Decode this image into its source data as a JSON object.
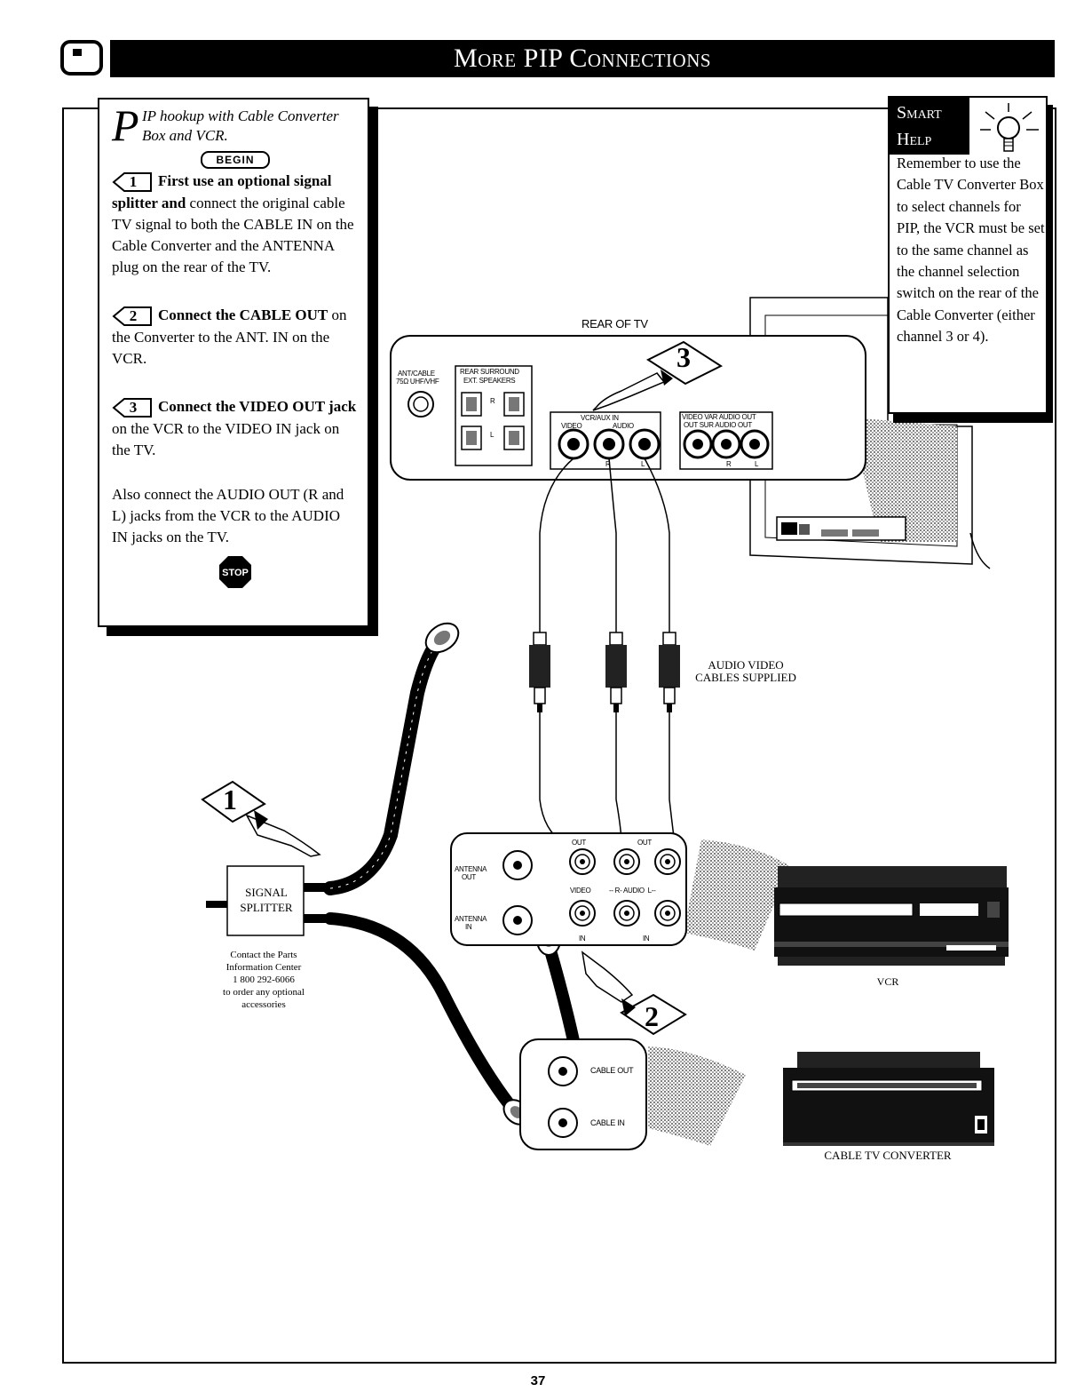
{
  "header": {
    "title": "More PIP Connections"
  },
  "steps": {
    "intro": {
      "dropcap": "P",
      "text": "IP hookup with Cable Converter Box and VCR."
    },
    "begin_label": "BEGIN",
    "step1": {
      "num": "1",
      "bold": "First use an optional signal splitter and",
      "text": " connect the original cable TV signal to both the CABLE IN on the Cable Converter and the ANTENNA plug on the rear of the TV."
    },
    "step2": {
      "num": "2",
      "bold": "Connect the CABLE OUT",
      "text": " on the Converter to the ANT. IN on the VCR."
    },
    "step3": {
      "num": "3",
      "bold": "Connect the VIDEO OUT jack",
      "text": " on the VCR to the VIDEO IN jack on the TV."
    },
    "also": "Also connect the AUDIO OUT (R and L) jacks from the VCR to the AUDIO IN jacks on the TV.",
    "stop_label": "STOP"
  },
  "smart_help": {
    "line1": "Smart",
    "line2": "Help",
    "text": "Remember to use the Cable TV Converter Box to select channels for PIP, the VCR must be set to the same channel as the channel selection switch on the rear of the Cable Converter (either channel 3 or 4)."
  },
  "diagram": {
    "rear_of_tv": "REAR OF TV",
    "ant_cable_1": "ANT/CABLE",
    "ant_cable_2": "75Ω UHF/VHF",
    "rear_surround_1": "REAR SURROUND",
    "rear_surround_2": "EXT. SPEAKERS",
    "r": "R",
    "l": "L",
    "vcr_aux_in": "VCR/AUX IN",
    "video": "VIDEO",
    "audio": "AUDIO",
    "video_var_1": "VIDEO VAR AUDIO OUT",
    "video_var_2": "OUT  SUR AUDIO OUT",
    "callout_1": "1",
    "callout_2": "2",
    "callout_3": "3",
    "audio_video_cables_1": "AUDIO VIDEO",
    "audio_video_cables_2": "CABLES SUPPLIED",
    "signal_splitter_1": "SIGNAL",
    "signal_splitter_2": "SPLITTER",
    "contact_1": "Contact the Parts",
    "contact_2": "Information Center",
    "contact_3": "1 800 292-6066",
    "contact_4": "to order any optional",
    "contact_5": "accessories",
    "antenna_out_1": "ANTENNA",
    "antenna_out_2": "OUT",
    "antenna_in_1": "ANTENNA",
    "antenna_in_2": "IN",
    "out": "OUT",
    "in": "IN",
    "vcr_audio_row": "-- R- AUDIO  L--",
    "vcr_label": "VCR",
    "cable_out": "CABLE OUT",
    "cable_in": "CABLE IN",
    "cable_converter_label": "CABLE TV CONVERTER"
  },
  "page_number": "37"
}
